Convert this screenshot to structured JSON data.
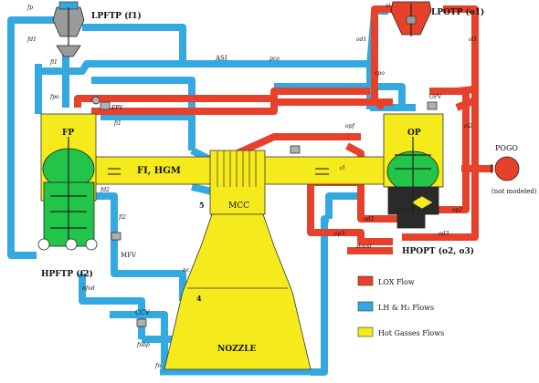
{
  "colors": {
    "lox": "#e8412b",
    "lh2": "#34a8e0",
    "hot": "#f5ea1c",
    "green": "#22c44a",
    "dark": "#2a2a2a",
    "grey": "#9a9a9a"
  },
  "components": {
    "lpftp": "LPFTP (f1)",
    "lpotp": "LPOTP (o1)",
    "fp": "FP",
    "op": "OP",
    "fi_hgm": "FI, HGM",
    "mcc": "MCC",
    "nozzle": "NOZZLE",
    "hpftp": "HPFTP (f2)",
    "hpopt": "HPOPT (o2, o3)",
    "pogo": "POGO",
    "pogo_note": "(not modeled)",
    "mfv": "MFV",
    "ccv": "CCV",
    "fpv": "FPV",
    "opv": "OPV",
    "booster": "Boost"
  },
  "pipe_labels": {
    "fp": "fp",
    "fd1": "fd1",
    "fl1": "fl1",
    "fi1": "fi1",
    "fpo": "fpo",
    "fd2": "fd2",
    "fl2": "fl2",
    "nfod": "nfod",
    "fnbp": "fnbp",
    "fn": "fn",
    "nc": "nc",
    "asi": "ASI",
    "pco": "pco",
    "cpo": "cpo",
    "oi": "oi",
    "od1": "od1",
    "ol1": "ol1",
    "opf": "opf",
    "od2": "od2",
    "od3": "od3",
    "op2": "op2",
    "op3": "op3",
    "ol2": "ol2",
    "cl": "cl",
    "station4": "4",
    "station5": "5"
  },
  "legend": [
    {
      "label": "LOX Flow",
      "color": "#e8412b"
    },
    {
      "label": "LH & H₂ Flows",
      "color": "#34a8e0"
    },
    {
      "label": "Hot Gasses Flows",
      "color": "#f5ea1c"
    }
  ]
}
